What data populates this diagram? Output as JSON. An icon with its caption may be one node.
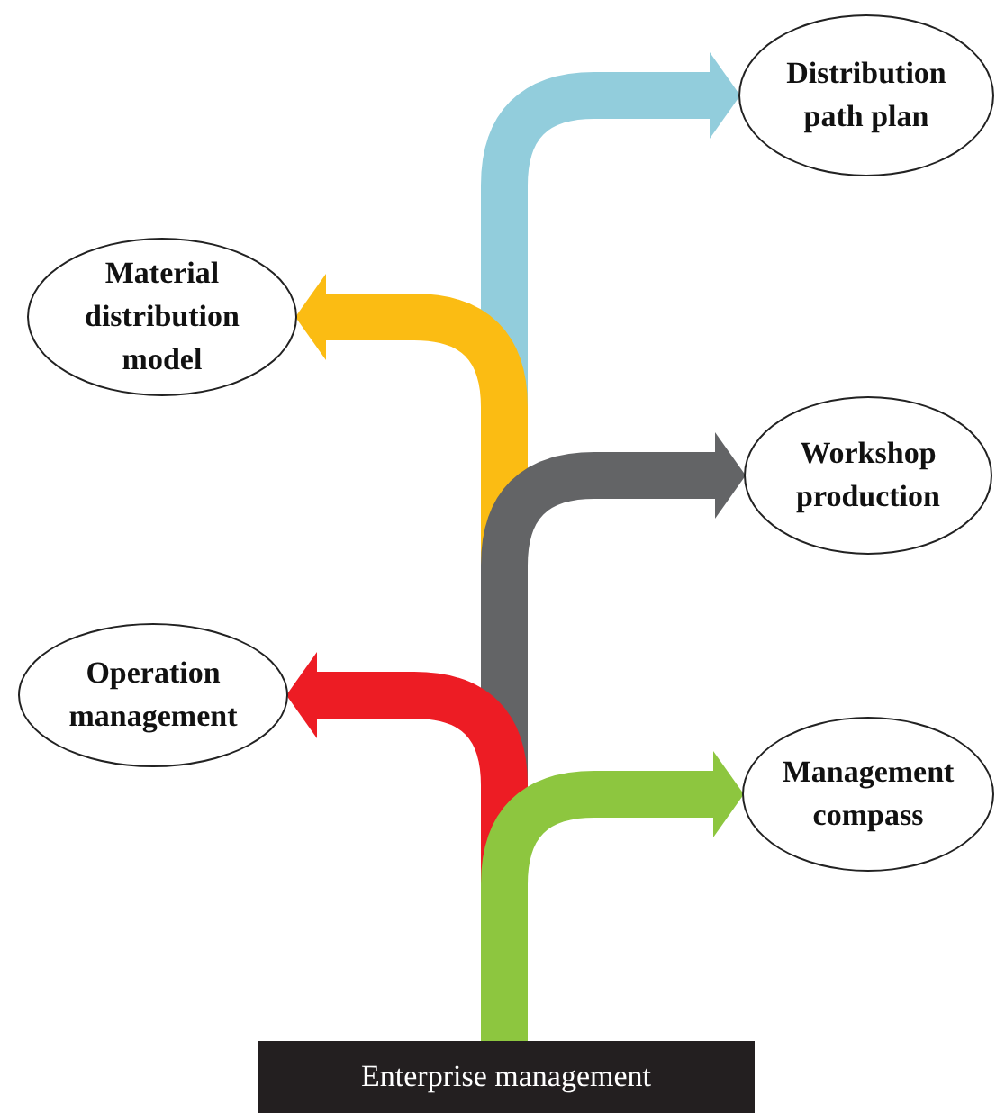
{
  "diagram": {
    "nodes": [
      {
        "text": [
          "Enterprise management"
        ]
      },
      {
        "text": [
          "Distribution path plan"
        ]
      },
      {
        "text": [
          "Material distribution model"
        ]
      },
      {
        "text": [
          "Workshop production"
        ]
      },
      {
        "text": [
          "Operation management"
        ]
      },
      {
        "text": [
          "Management compass"
        ]
      }
    ],
    "edges": [
      {
        "from": 0,
        "to": 1,
        "arrow": "to",
        "color": "#92cddc"
      },
      {
        "from": 0,
        "to": 2,
        "arrow": "to",
        "color": "#fbbc13"
      },
      {
        "from": 0,
        "to": 3,
        "arrow": "to",
        "color": "#636466"
      },
      {
        "from": 0,
        "to": 4,
        "arrow": "to",
        "color": "#ed1c24"
      },
      {
        "from": 0,
        "to": 5,
        "arrow": "to",
        "color": "#8dc63f"
      }
    ]
  }
}
